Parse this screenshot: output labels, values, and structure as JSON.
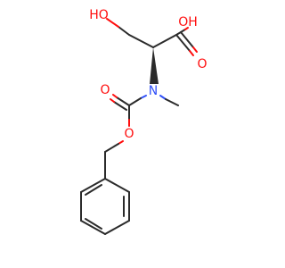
{
  "molecule": {
    "colors": {
      "carbon_bond": "#2b2b2b",
      "oxygen": "#ff0d0d",
      "nitrogen": "#3050f8"
    },
    "atoms": {
      "hydroxyl_side_chain": "HO",
      "acid_hydroxyl": "OH",
      "acid_carbonyl_oxygen": "O",
      "amide_nitrogen": "N",
      "carbamate_carbonyl_oxygen": "O",
      "carbamate_ester_oxygen": "O"
    }
  }
}
